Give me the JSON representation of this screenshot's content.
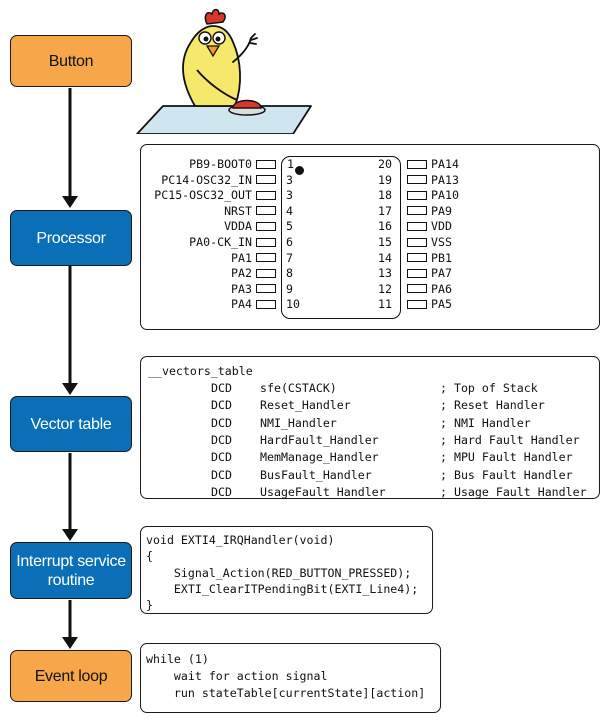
{
  "steps": {
    "button": "Button",
    "processor": "Processor",
    "vector_table": "Vector table",
    "isr_line1": "Interrupt service",
    "isr_line2": "routine",
    "event_loop": "Event loop"
  },
  "chip": {
    "first_pin_marker": "1",
    "left_pins": [
      {
        "name": "PB9-BOOT0",
        "num": "1"
      },
      {
        "name": "PC14-OSC32_IN",
        "num": "3"
      },
      {
        "name": "PC15-OSC32_OUT",
        "num": "3"
      },
      {
        "name": "NRST",
        "num": "4"
      },
      {
        "name": "VDDA",
        "num": "5"
      },
      {
        "name": "PA0-CK_IN",
        "num": "6"
      },
      {
        "name": "PA1",
        "num": "7"
      },
      {
        "name": "PA2",
        "num": "8"
      },
      {
        "name": "PA3",
        "num": "9"
      },
      {
        "name": "PA4",
        "num": "10"
      }
    ],
    "right_pins": [
      {
        "name": "PA14",
        "num": "20"
      },
      {
        "name": "PA13",
        "num": "19"
      },
      {
        "name": "PA10",
        "num": "18"
      },
      {
        "name": "PA9",
        "num": "17"
      },
      {
        "name": "VDD",
        "num": "16"
      },
      {
        "name": "VSS",
        "num": "15"
      },
      {
        "name": "PB1",
        "num": "14"
      },
      {
        "name": "PA7",
        "num": "13"
      },
      {
        "name": "PA6",
        "num": "12"
      },
      {
        "name": "PA5",
        "num": "11"
      }
    ]
  },
  "vector_table_code": {
    "header": "__vectors_table",
    "rows": [
      {
        "op": "DCD",
        "arg": "sfe(CSTACK)",
        "comment": "; Top of Stack"
      },
      {
        "op": "DCD",
        "arg": "Reset_Handler",
        "comment": "; Reset Handler"
      },
      {
        "op": "DCD",
        "arg": "NMI_Handler",
        "comment": "; NMI Handler"
      },
      {
        "op": "DCD",
        "arg": "HardFault_Handler",
        "comment": "; Hard Fault Handler"
      },
      {
        "op": "DCD",
        "arg": "MemManage_Handler",
        "comment": "; MPU Fault Handler"
      },
      {
        "op": "DCD",
        "arg": "BusFault_Handler",
        "comment": "; Bus Fault Handler"
      },
      {
        "op": "DCD",
        "arg": "UsageFault_Handler",
        "comment": "; Usage Fault Handler"
      }
    ]
  },
  "isr_code": [
    "void EXTI4_IRQHandler(void)",
    "{",
    "    Signal_Action(RED_BUTTON_PRESSED);",
    "    EXTI_ClearITPendingBit(EXTI_Line4);",
    "}"
  ],
  "event_loop_code": [
    "while (1)",
    "    wait for action signal",
    "    run stateTable[currentState][action]"
  ],
  "colors": {
    "step_orange": "#f7a64a",
    "step_blue": "#0b6fb8",
    "chicken": "#f6e86a",
    "comb": "#d9362b",
    "desk": "#cfe6f1",
    "push_button": "#d7372e"
  },
  "icons": {
    "mascot": "chicken-pressing-button-illustration",
    "connector": "down-arrow"
  }
}
